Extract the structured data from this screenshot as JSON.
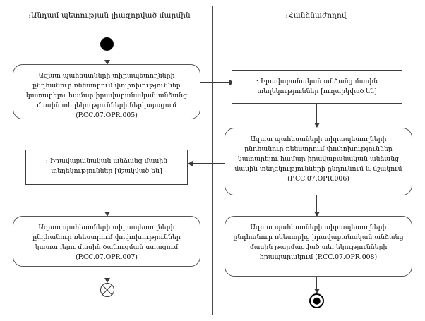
{
  "diagram": {
    "type": "uml-activity-diagram",
    "language": "hy",
    "lanes": [
      {
        "id": "lane-left",
        "title": ":Անդամ պետության լիազորված մարմին"
      },
      {
        "id": "lane-right",
        "title": ":Հանձնաժողով"
      }
    ]
  },
  "nodes": {
    "initial": {
      "kind": "initial-node",
      "lane": "lane-left"
    },
    "left_activity_1": {
      "kind": "activity",
      "lane": "lane-left",
      "text": "Ազատ պահեստների տիրապետողների ընդհանուր ռեեստրում փոփոխություններ կատարելու համար իրավաբանական անձանց մասին տեղեկությունների ներկայացում (P.CC.07.OPR.005)",
      "code": "P.CC.07.OPR.005"
    },
    "left_object_1": {
      "kind": "object-node",
      "lane": "lane-left",
      "text": ": Իրավաբանական անձանց մասին տեղեկություններ [մշակված են]",
      "state": "մշակված են"
    },
    "left_activity_2": {
      "kind": "activity",
      "lane": "lane-left",
      "text": "Ազատ պահեստների տիրապետողների ընդհանուր ռեեստրում փոփոխություններ կատարելու մասին ծանուցման ստացում (P.CC.07.OPR.007)",
      "code": "P.CC.07.OPR.007"
    },
    "flow_final": {
      "kind": "flow-final-node",
      "lane": "lane-left"
    },
    "right_object_1": {
      "kind": "object-node",
      "lane": "lane-right",
      "text": ": Իրավաբանական անձանց մասին տեղեկություններ [ուղարկված են]",
      "state": "ուղարկված են"
    },
    "right_activity_1": {
      "kind": "activity",
      "lane": "lane-right",
      "text": "Ազատ պահեստների տիրապետողների ընդհանուր ռեեստրում փոփոխություններ կատարելու համար իրավաբանական անձանց մասին տեղեկությունների ընդունում և մշակում (P.CC.07.OPR.006)",
      "code": "P.CC.07.OPR.006"
    },
    "right_activity_2": {
      "kind": "activity",
      "lane": "lane-right",
      "text": "Ազատ պահեստների տիրապետողների ընդհանուր ռեեստրից իրավաբանական անձանց մասին թարմացված տեղեկությունների հրապարակում (P.CC.07.OPR.008)",
      "code": "P.CC.07.OPR.008"
    },
    "activity_final": {
      "kind": "activity-final-node",
      "lane": "lane-right"
    }
  },
  "edges": [
    {
      "from": "initial",
      "to": "left_activity_1",
      "kind": "control-flow"
    },
    {
      "from": "left_activity_1",
      "to": "right_object_1",
      "kind": "object-flow"
    },
    {
      "from": "right_object_1",
      "to": "right_activity_1",
      "kind": "object-flow"
    },
    {
      "from": "right_activity_1",
      "to": "left_object_1",
      "kind": "object-flow"
    },
    {
      "from": "left_object_1",
      "to": "left_activity_2",
      "kind": "object-flow"
    },
    {
      "from": "left_activity_2",
      "to": "flow_final",
      "kind": "control-flow"
    },
    {
      "from": "right_activity_1",
      "to": "right_activity_2",
      "kind": "control-flow"
    },
    {
      "from": "right_activity_2",
      "to": "activity_final",
      "kind": "control-flow"
    }
  ],
  "colors": {
    "background": "#ffffff",
    "line": "#3b3b3b",
    "frame": "#4a4a4a",
    "text": "#0d0d0d",
    "node_fill": "#ffffff",
    "control_node": "#000000"
  }
}
